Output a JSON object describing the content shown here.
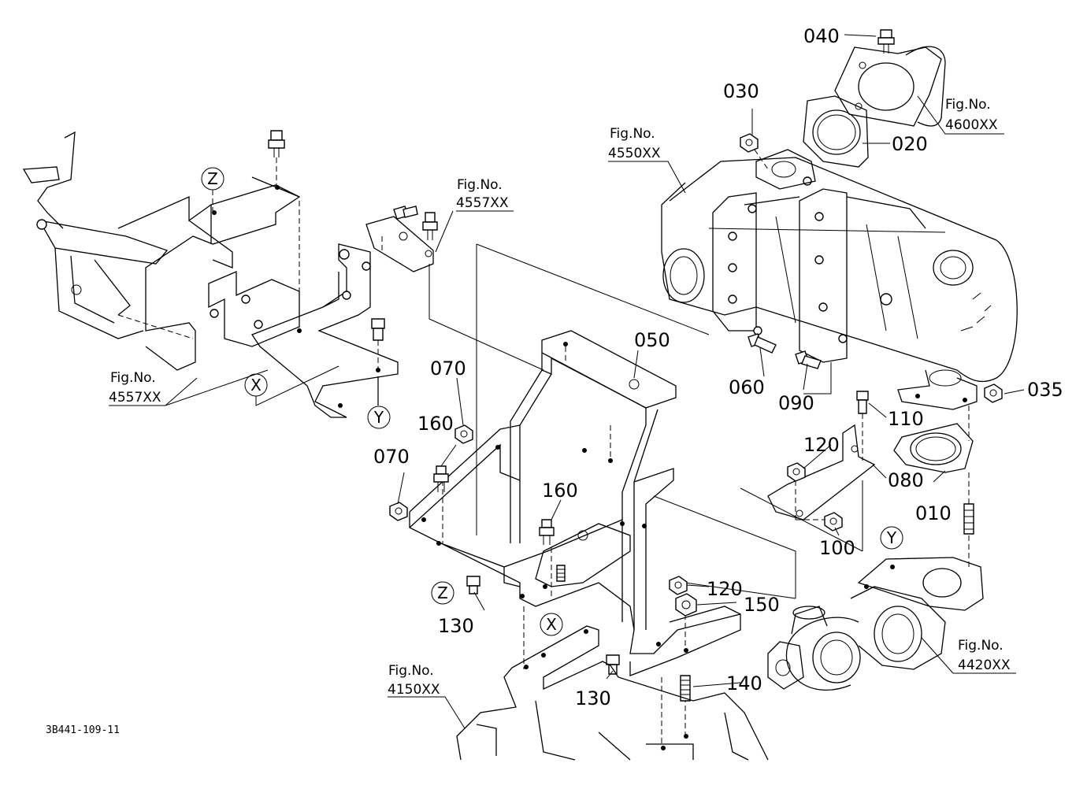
{
  "parts": [
    {
      "id": "p040",
      "label": "040"
    },
    {
      "id": "p030",
      "label": "030"
    },
    {
      "id": "p020",
      "label": "020"
    },
    {
      "id": "p050",
      "label": "050"
    },
    {
      "id": "p070a",
      "label": "070"
    },
    {
      "id": "p070b",
      "label": "070"
    },
    {
      "id": "p160a",
      "label": "160"
    },
    {
      "id": "p160b",
      "label": "160"
    },
    {
      "id": "p060",
      "label": "060"
    },
    {
      "id": "p090",
      "label": "090"
    },
    {
      "id": "p035",
      "label": "035"
    },
    {
      "id": "p110",
      "label": "110"
    },
    {
      "id": "p120a",
      "label": "120"
    },
    {
      "id": "p080",
      "label": "080"
    },
    {
      "id": "p010",
      "label": "010"
    },
    {
      "id": "p100",
      "label": "100"
    },
    {
      "id": "p120b",
      "label": "120"
    },
    {
      "id": "p150",
      "label": "150"
    },
    {
      "id": "p130a",
      "label": "130"
    },
    {
      "id": "p130b",
      "label": "130"
    },
    {
      "id": "p140",
      "label": "140"
    }
  ],
  "figures": [
    {
      "id": "f4600",
      "line1": "Fig.No.",
      "line2": "4600XX"
    },
    {
      "id": "f4550",
      "line1": "Fig.No.",
      "line2": "4550XX"
    },
    {
      "id": "f4557a",
      "line1": "Fig.No.",
      "line2": "4557XX"
    },
    {
      "id": "f4557b",
      "line1": "Fig.No.",
      "line2": "4557XX"
    },
    {
      "id": "f4420",
      "line1": "Fig.No.",
      "line2": "4420XX"
    },
    {
      "id": "f4150",
      "line1": "Fig.No.",
      "line2": "4150XX"
    }
  ],
  "refs": {
    "z1": "Z",
    "z2": "Z",
    "x1": "X",
    "x2": "X",
    "y1": "Y",
    "y2": "Y"
  },
  "drawing_code": "3B441-109-11"
}
